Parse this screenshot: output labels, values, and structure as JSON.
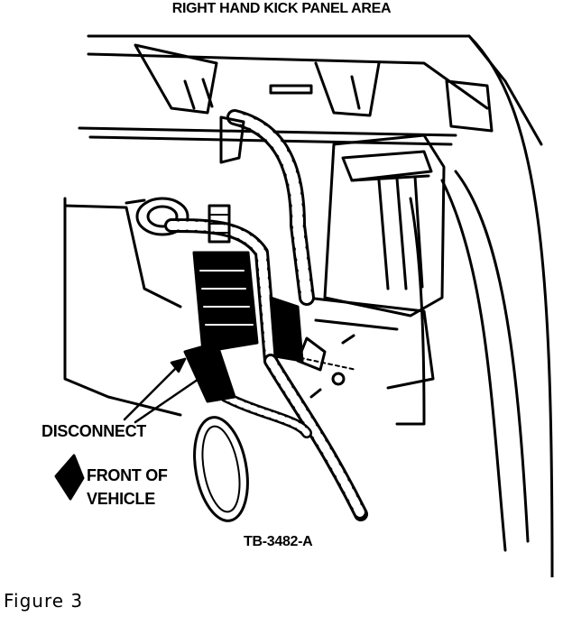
{
  "figure": {
    "title": "RIGHT HAND KICK PANEL AREA",
    "labels": {
      "disconnect": "DISCONNECT",
      "front_line1": "FRONT OF",
      "front_line2": "VEHICLE",
      "part_code": "TB-3482-A"
    },
    "caption": "Figure 3"
  },
  "colors": {
    "ink": "#000000",
    "paper": "#ffffff"
  }
}
